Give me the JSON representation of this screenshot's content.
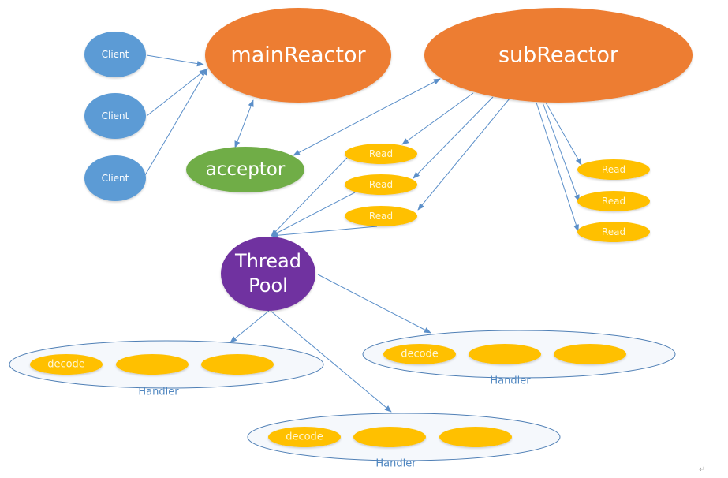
{
  "diagram": {
    "title": "Multi-Reactor model",
    "colors": {
      "client": "#5b9bd5",
      "reactor": "#ed7d31",
      "acceptor": "#70ad47",
      "thread_pool": "#7030a0",
      "read": "#ffc000",
      "handler_fill": "#f5f8fc",
      "handler_border": "#4f7fb5",
      "edge": "#5b8fc9"
    },
    "clients": [
      {
        "label": "Client"
      },
      {
        "label": "Client"
      },
      {
        "label": "Client"
      }
    ],
    "main_reactor": {
      "label": "mainReactor"
    },
    "sub_reactor": {
      "label": "subReactor"
    },
    "acceptor": {
      "label": "acceptor"
    },
    "thread_pool": {
      "line1": "Thread",
      "line2": "Pool"
    },
    "reads_left": [
      {
        "label": "Read"
      },
      {
        "label": "Read"
      },
      {
        "label": "Read"
      }
    ],
    "reads_right": [
      {
        "label": "Read"
      },
      {
        "label": "Read"
      },
      {
        "label": "Read"
      }
    ],
    "handlers": [
      {
        "label": "Handler",
        "tasks": [
          {
            "label": "decode"
          },
          {
            "label": ""
          },
          {
            "label": ""
          }
        ]
      },
      {
        "label": "Handler",
        "tasks": [
          {
            "label": "decode"
          },
          {
            "label": ""
          },
          {
            "label": ""
          }
        ]
      },
      {
        "label": "Handler",
        "tasks": [
          {
            "label": "decode"
          },
          {
            "label": ""
          },
          {
            "label": ""
          }
        ]
      }
    ],
    "return_mark": "↵"
  }
}
